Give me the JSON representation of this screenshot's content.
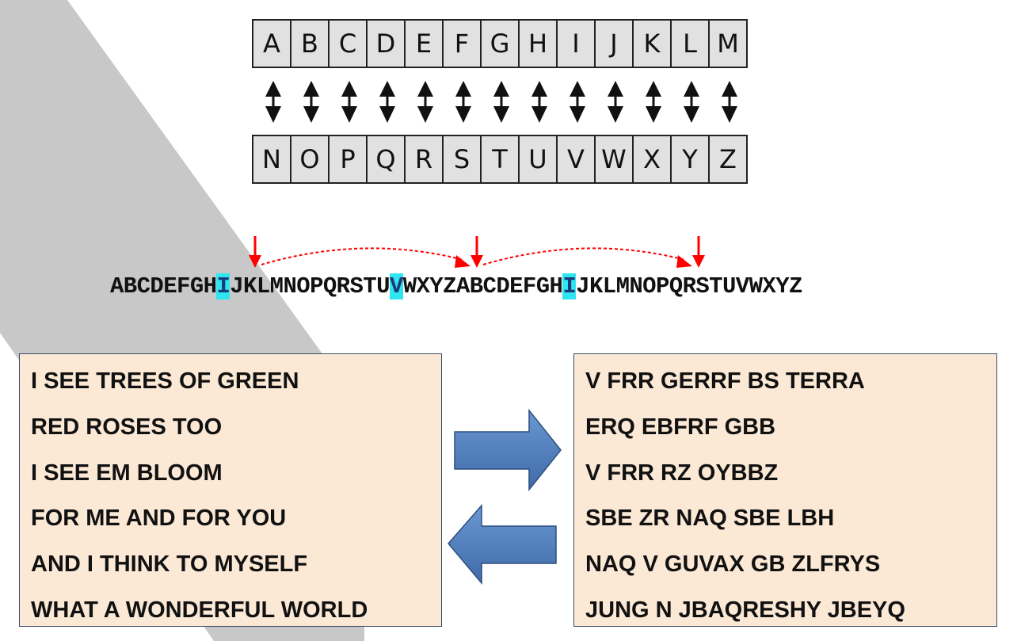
{
  "cipher_table": {
    "top_row": [
      "A",
      "B",
      "C",
      "D",
      "E",
      "F",
      "G",
      "H",
      "I",
      "J",
      "K",
      "L",
      "M"
    ],
    "bottom_row": [
      "N",
      "O",
      "P",
      "Q",
      "R",
      "S",
      "T",
      "U",
      "V",
      "W",
      "X",
      "Y",
      "Z"
    ]
  },
  "alphabet_strip": {
    "segments": [
      {
        "text": "ABCDEFGH",
        "highlight": false
      },
      {
        "text": "I",
        "highlight": true
      },
      {
        "text": "JKLMNOPQRSTU",
        "highlight": false
      },
      {
        "text": "V",
        "highlight": true
      },
      {
        "text": "WXYZABCDEFGH",
        "highlight": false
      },
      {
        "text": "I",
        "highlight": true
      },
      {
        "text": "JKLMNOPQRSTUVWXYZ",
        "highlight": false
      }
    ]
  },
  "plaintext": {
    "lines": [
      "I SEE TREES OF GREEN",
      "RED ROSES TOO",
      "I SEE EM BLOOM",
      "FOR ME AND FOR YOU",
      "AND I THINK TO MYSELF",
      "WHAT A WONDERFUL WORLD"
    ]
  },
  "ciphertext": {
    "lines": [
      "V FRR GERRF BS TERRA",
      "ERQ EBFRF GBB",
      "V FRR RZ OYBBZ",
      "SBE ZR NAQ SBE LBH",
      "NAQ V GUVAX GB ZLFRYS",
      "JUNG N JBAQRESHY JBEYQ"
    ]
  },
  "colors": {
    "cell_fill": "#e1e1e1",
    "highlight": "#2fe6f0",
    "marker_red": "#ff0000",
    "text_box_fill": "#fbe9d6",
    "block_arrow_blue": "#4f7fbf",
    "diagonal_band": "#c8c8c8"
  },
  "icons": {
    "pair_arrow": "double-headed-vertical-arrow",
    "marker": "red-down-arrow",
    "encrypt": "right-block-arrow",
    "decrypt": "left-block-arrow"
  }
}
